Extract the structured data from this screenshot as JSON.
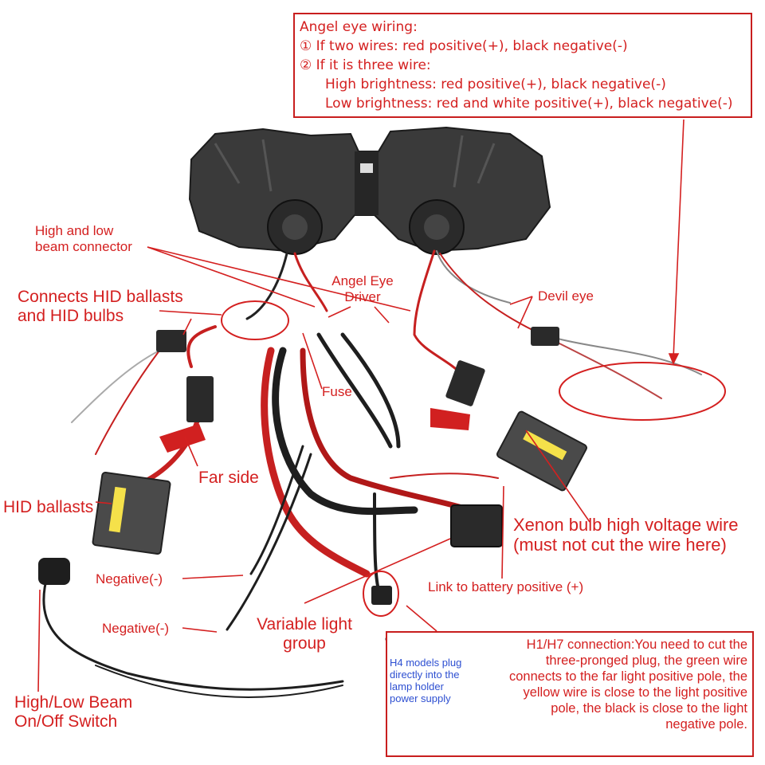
{
  "angel_eye_box": {
    "lines": [
      "Angel eye wiring:",
      "① If two wires: red positive(+), black negative(-)",
      "② If it is three wire:",
      "High brightness: red positive(+), black negative(-)",
      "Low brightness: red and white positive(+), black negative(-)"
    ]
  },
  "labels": {
    "high_low_beam_connector": [
      "High and low",
      "beam connector"
    ],
    "connects_hid": [
      "Connects HID ballasts",
      "and HID bulbs"
    ],
    "angel_eye_driver": [
      "Angel Eye",
      "Driver"
    ],
    "devil_eye": "Devil eye",
    "fuse": "Fuse",
    "far_side": "Far side",
    "hid_ballasts": "HID ballasts",
    "xenon_wire": [
      "Xenon bulb high voltage wire",
      "(must not cut the wire here)"
    ],
    "negative_1": "Negative(-)",
    "negative_2": "Negative(-)",
    "link_battery": "Link to battery positive (+)",
    "variable_light": [
      "Variable light",
      "group"
    ],
    "switch": [
      "High/Low Beam",
      "On/Off Switch"
    ]
  },
  "connection_box": {
    "h4_note": "H4 models plug directly into the lamp holder power supply",
    "h1_text": "H1/H7 connection:You need to cut the three-pronged plug, the green wire connects to the far light positive pole, the yellow wire is close to the light positive pole, the black is close to the light negative pole."
  },
  "colors": {
    "accent_red": "#d42020",
    "note_blue": "#2d4fd1",
    "housing": "#2a2a2a"
  }
}
